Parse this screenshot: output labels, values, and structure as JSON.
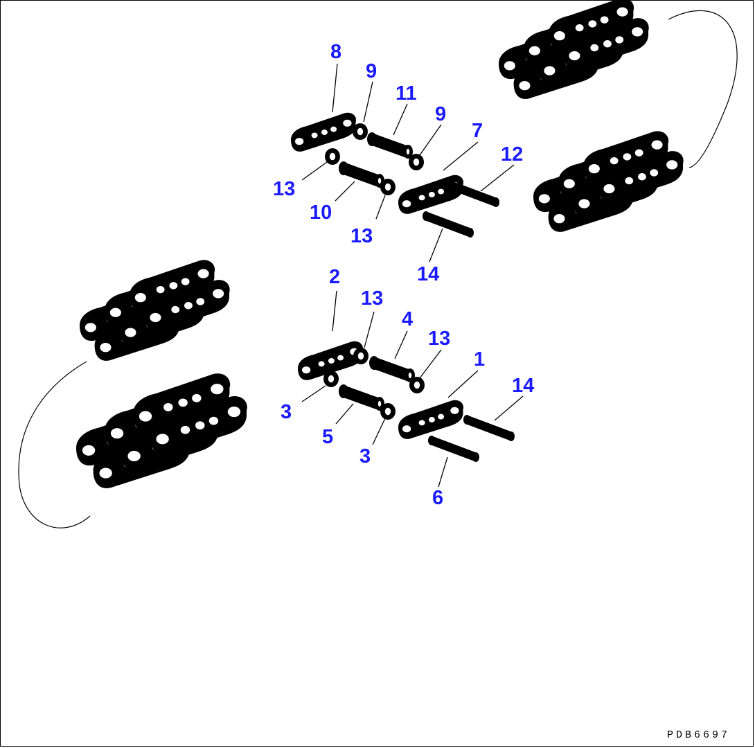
{
  "drawing_code": "PDB6697",
  "colors": {
    "callout": "#1a1aff",
    "line": "#000000",
    "background": "#ffffff"
  },
  "callouts": {
    "c1": "1",
    "c2": "2",
    "c3a": "3",
    "c3b": "3",
    "c4": "4",
    "c5": "5",
    "c6": "6",
    "c7": "7",
    "c8": "8",
    "c9a": "9",
    "c9b": "9",
    "c10": "10",
    "c11": "11",
    "c12": "12",
    "c13a": "13",
    "c13b": "13",
    "c13c": "13",
    "c13d": "13",
    "c14a": "14",
    "c14b": "14"
  }
}
